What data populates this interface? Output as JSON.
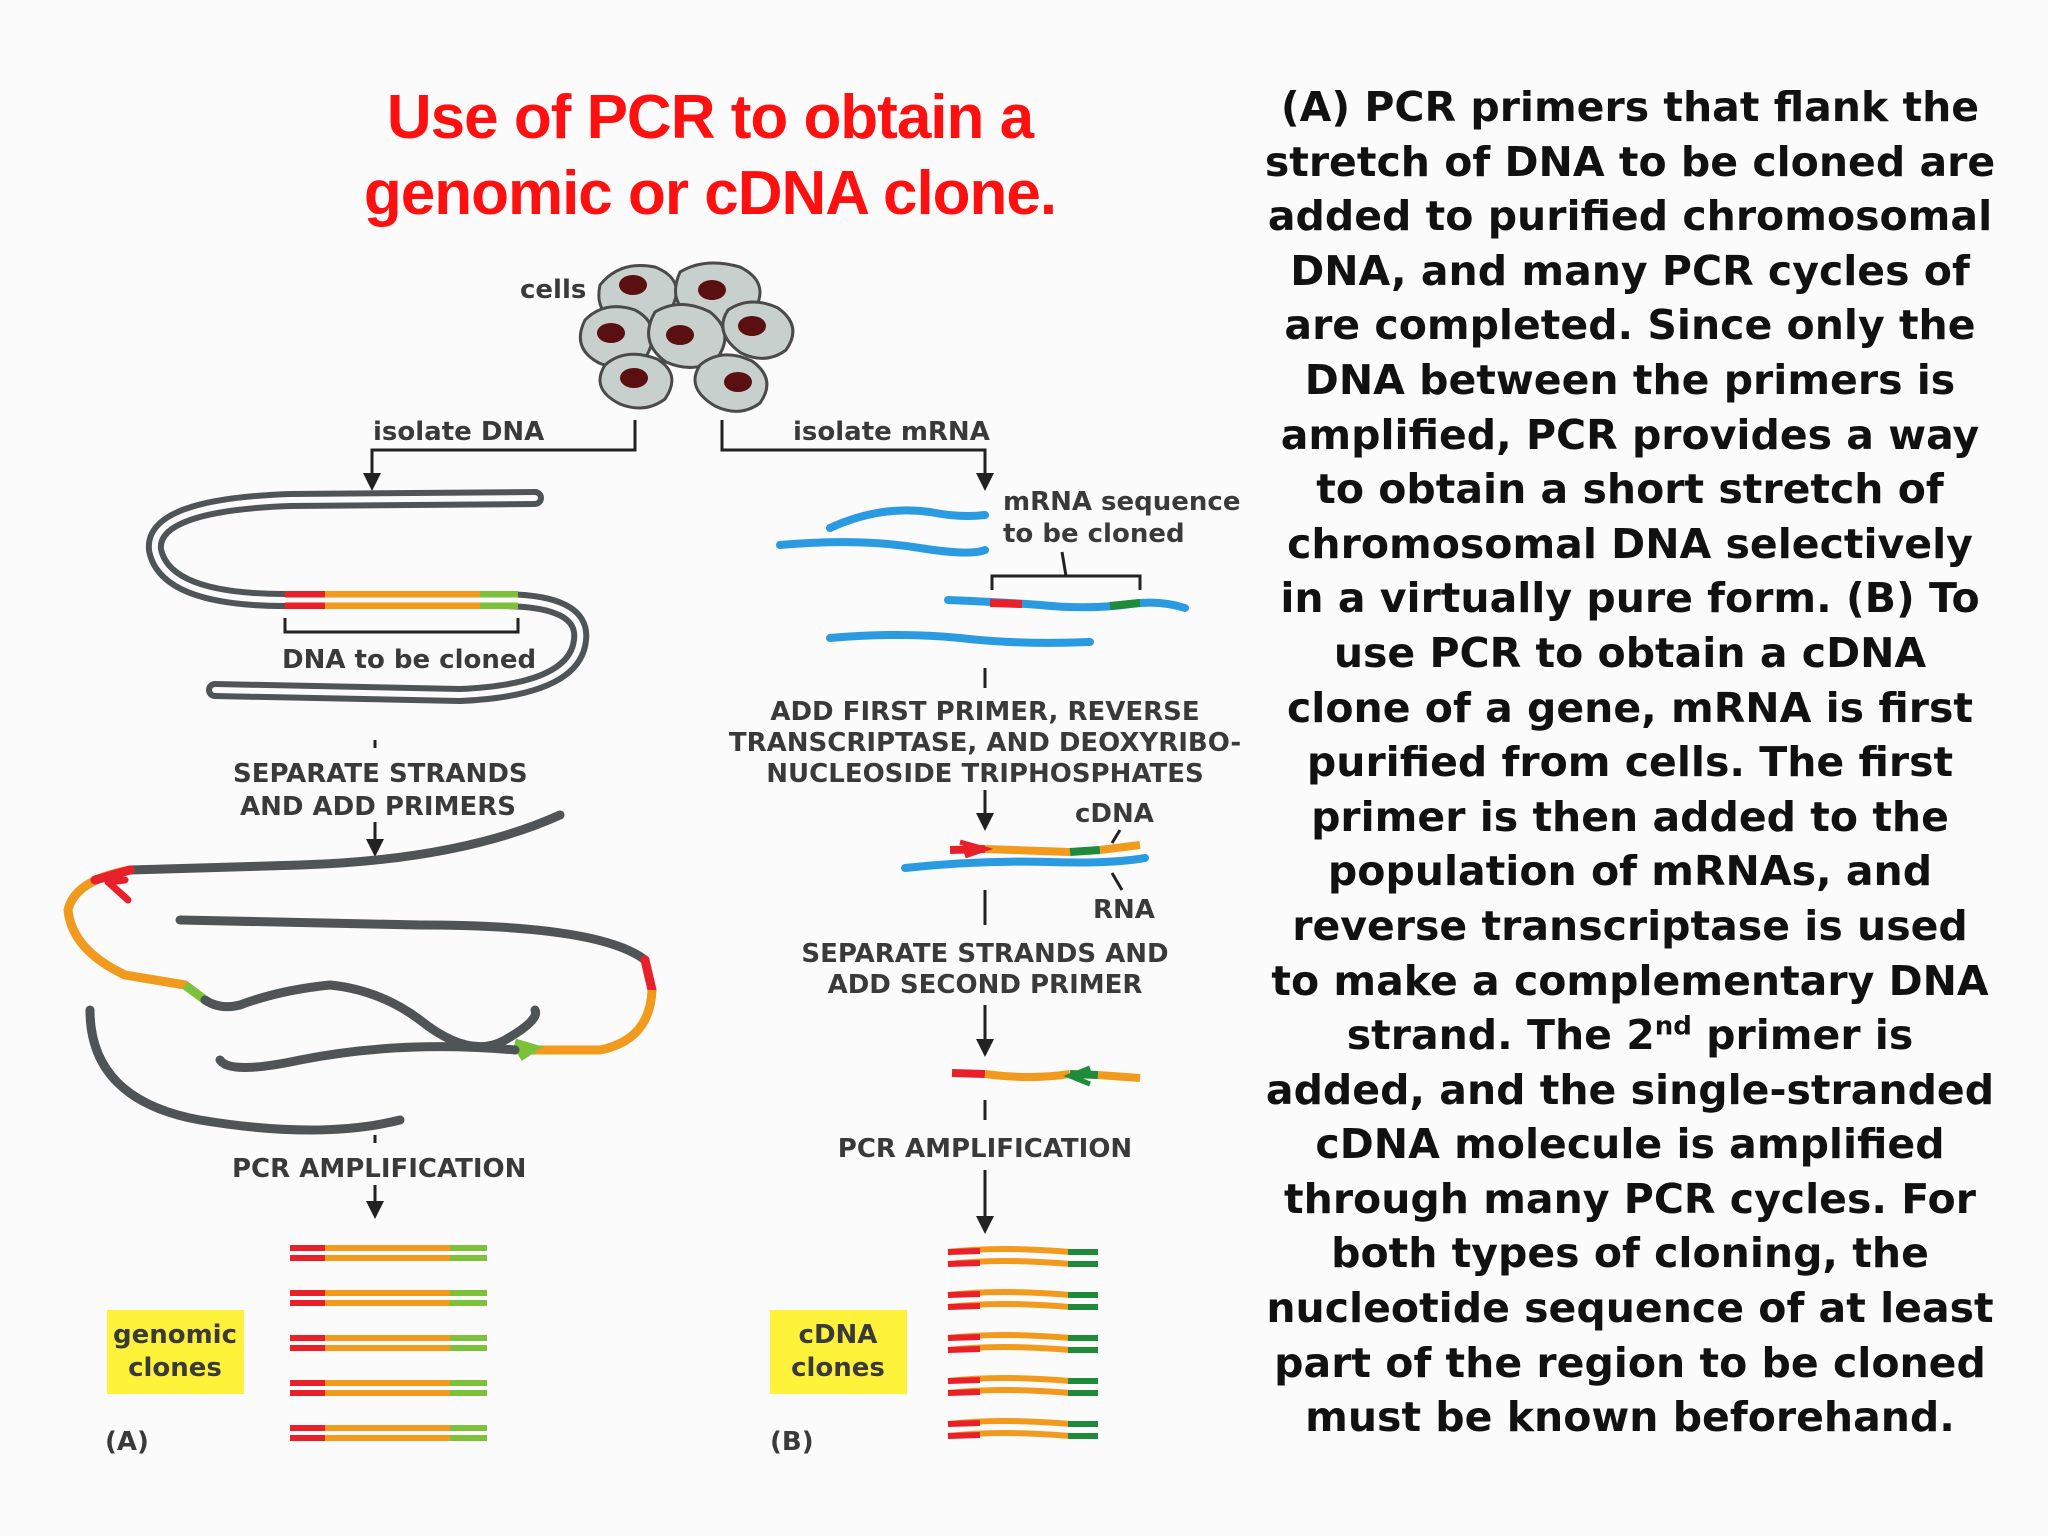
{
  "title": {
    "line1": "Use of PCR to obtain a",
    "line2": "genomic or cDNA clone."
  },
  "description": {
    "lines": [
      "(A) PCR primers that flank the",
      "stretch of DNA to be cloned are",
      "added to purified chromosomal",
      "DNA, and many PCR cycles of",
      "are completed. Since only the",
      "DNA between the primers is",
      "amplified, PCR provides a way",
      "to obtain a short stretch of",
      "chromosomal DNA selectively",
      "in a virtually pure form. (B) To",
      "use PCR to obtain a cDNA",
      "clone of a gene, mRNA is first",
      "purified from cells. The first",
      "primer is then added to the",
      "population of mRNAs, and",
      "reverse transcriptase is used",
      "to make a complementary DNA"
    ],
    "strand_line_pre": "strand. The 2",
    "strand_line_sup": "nd",
    "strand_line_post": " primer is",
    "lines_after": [
      "added, and the single-stranded",
      "cDNA molecule is amplified",
      "through many PCR cycles. For",
      "both types of cloning, the",
      "nucleotide sequence of at least",
      "part of the region to be cloned",
      "must be known beforehand."
    ]
  },
  "diagram": {
    "cells_label": "cells",
    "isolate_dna": "isolate DNA",
    "isolate_mrna": "isolate mRNA",
    "dna_to_be_cloned": "DNA to be cloned",
    "separate_strands_1": "SEPARATE STRANDS",
    "separate_strands_2": "AND ADD PRIMERS",
    "pcr_amplification_a": "PCR AMPLIFICATION",
    "genomic_1": "genomic",
    "genomic_2": "clones",
    "panel_a": "(A)",
    "mrna_seq_1": "mRNA sequence",
    "mrna_seq_2": "to be cloned",
    "add_first_1": "ADD FIRST PRIMER, REVERSE",
    "add_first_2": "TRANSCRIPTASE, AND DEOXYRIBO-",
    "add_first_3": "NUCLEOSIDE TRIPHOSPHATES",
    "cdna_label": "cDNA",
    "rna_label": "RNA",
    "separate_second_1": "SEPARATE STRANDS AND",
    "separate_second_2": "ADD SECOND PRIMER",
    "pcr_amplification_b": "PCR AMPLIFICATION",
    "cdna_clones_1": "cDNA",
    "cdna_clones_2": "clones",
    "panel_b": "(B)"
  },
  "colors": {
    "title": "#ff1010",
    "dna_gray": "#4f5556",
    "mrna_blue": "#2a9be0",
    "primer_red": "#e8202a",
    "insert_orange": "#f29a1e",
    "primer_green": "#7dc13a",
    "cdna_green": "#1e8a3a",
    "label_box": "#fff23a"
  }
}
